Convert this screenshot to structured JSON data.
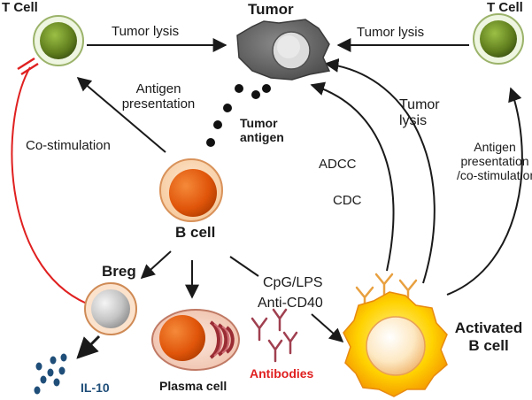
{
  "nodes": {
    "t_cell_left": "T Cell",
    "tumor": "Tumor",
    "t_cell_right": "T Cell",
    "b_cell": "B cell",
    "breg": "Breg",
    "plasma_cell": "Plasma cell",
    "activated_b_cell": "Activated\nB cell"
  },
  "labels": {
    "tumor_lysis_top_left": "Tumor lysis",
    "tumor_lysis_top_right": "Tumor lysis",
    "antigen_presentation": "Antigen\npresentation",
    "tumor_antigen": "Tumor\nantigen",
    "co_stimulation": "Co-stimulation",
    "adcc": "ADCC",
    "cdc": "CDC",
    "tumor_lysis_right": "Tumor\nlysis",
    "antigen_presentation_co_stimulation": "Antigen\npresentation\n/co-stimulation",
    "cpg_lps": "CpG/LPS",
    "anti_cd40": "Anti-CD40",
    "il10": "IL-10",
    "antibodies": "Antibodies"
  },
  "colors": {
    "t_cell": "#6b8e23",
    "b_cell": "#e2580b",
    "breg": "#b0b0b0",
    "tumor": "#5a5a5a",
    "activated": "#f7b500",
    "inhibit": "#e02020",
    "il10": "#1f4e79",
    "antibodies_text": "#e02020",
    "antibody_orange": "#e8a040",
    "antibody_red": "#a04050"
  }
}
